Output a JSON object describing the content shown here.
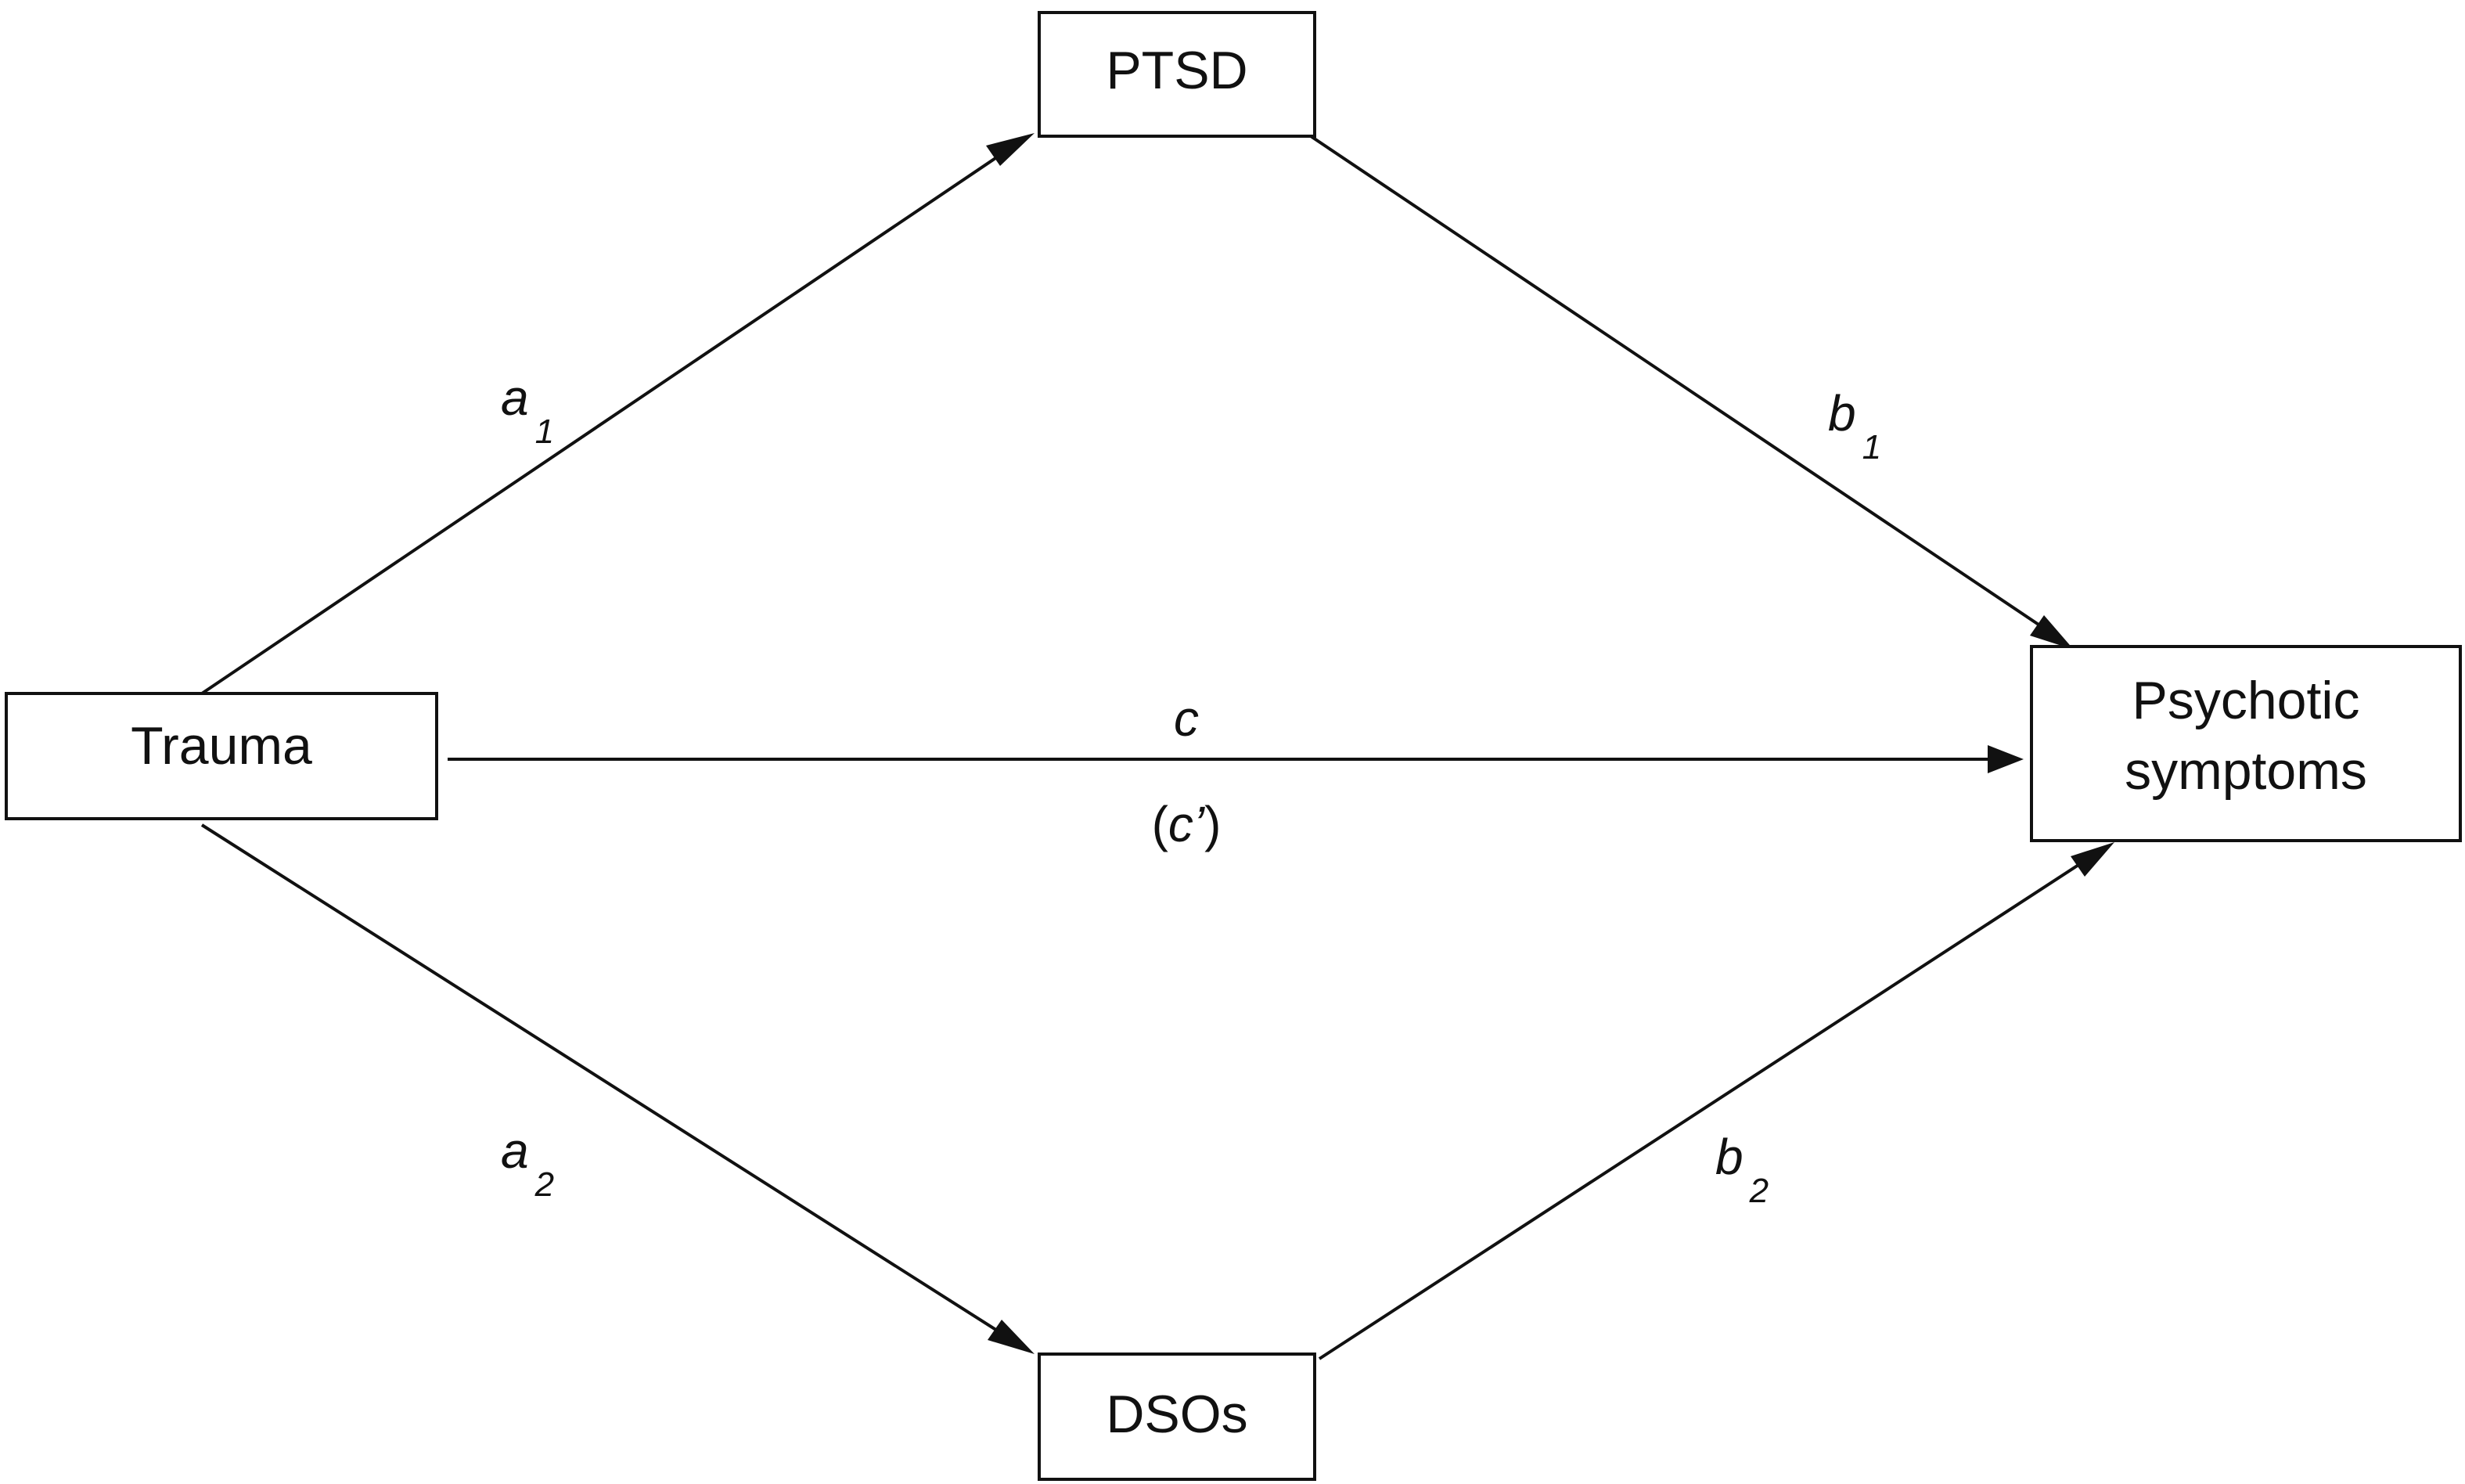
{
  "nodes": {
    "ptsd": {
      "label": "PTSD"
    },
    "trauma": {
      "label": "Trauma"
    },
    "dsos": {
      "label": "DSOs"
    },
    "psychotic": {
      "line1": "Psychotic",
      "line2": "symptoms"
    }
  },
  "edges": {
    "a1": {
      "letter": "a",
      "subscript": "1"
    },
    "b1": {
      "letter": "b",
      "subscript": "1"
    },
    "a2": {
      "letter": "a",
      "subscript": "2"
    },
    "b2": {
      "letter": "b",
      "subscript": "2"
    },
    "c": {
      "label": "c",
      "paren_open": "(",
      "paren_inner": "c’",
      "paren_close": ")"
    }
  }
}
